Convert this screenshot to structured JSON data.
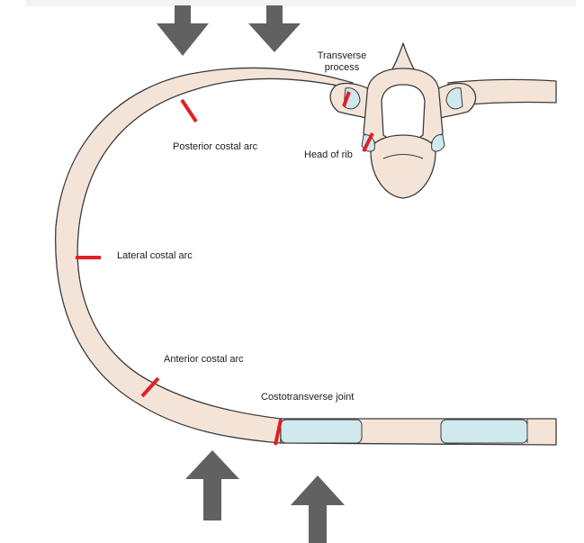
{
  "labels": {
    "transverse_process_line1": "Transverse",
    "transverse_process_line2": "process",
    "posterior_costal_arc": "Posterior costal arc",
    "head_of_rib": "Head of rib",
    "lateral_costal_arc": "Lateral costal arc",
    "anterior_costal_arc": "Anterior costal arc",
    "costotransverse_joint": "Costotransverse joint"
  },
  "colors": {
    "bone_fill": "#f4e4d8",
    "bone_outline": "#3b3b3b",
    "cartilage_fill": "#cfe9ee",
    "marker_red": "#e31e24",
    "arrow_gray": "#616161"
  },
  "icons": {
    "force_arrow": "arrow-shape"
  }
}
